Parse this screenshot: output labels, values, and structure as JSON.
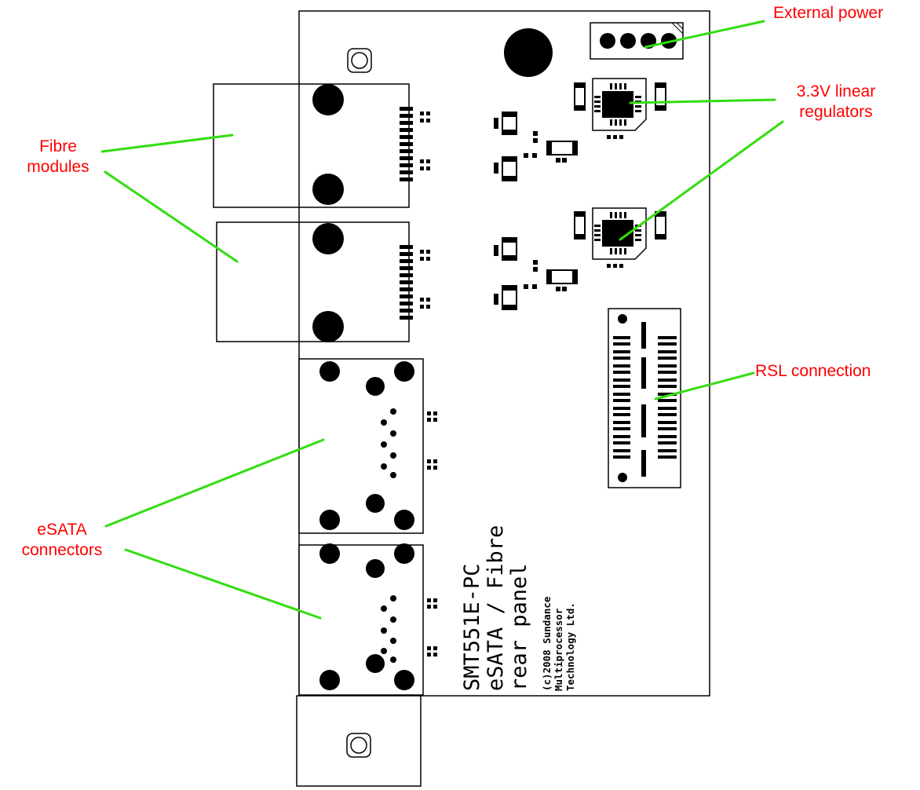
{
  "labels": {
    "external_power": "External power",
    "regulators_line1": "3.3V linear",
    "regulators_line2": "regulators",
    "fibre_line1": "Fibre",
    "fibre_line2": "modules",
    "rsl": "RSL connection",
    "esata_line1": "eSATA",
    "esata_line2": "connectors"
  },
  "silkscreen": {
    "line1": "SMT551E-PC",
    "line2": "eSATA / Fibre",
    "line3": "rear panel",
    "copyright1": "(c)2008 Sundance",
    "copyright2": "Multiprocessor",
    "copyright3": "Technology Ltd."
  },
  "colors": {
    "label": "#ff0000",
    "leader": "#33dd11",
    "outline": "#000000"
  }
}
